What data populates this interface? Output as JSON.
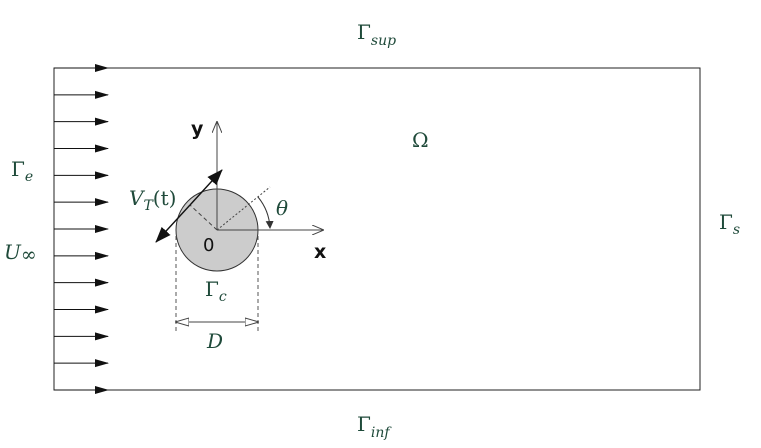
{
  "diagram": {
    "boundary_top": {
      "symbol": "Γ",
      "sub": "sup"
    },
    "boundary_bottom": {
      "symbol": "Γ",
      "sub": "inf"
    },
    "boundary_left": {
      "symbol": "Γ",
      "sub": "e"
    },
    "boundary_right": {
      "symbol": "Γ",
      "sub": "s"
    },
    "domain_label": "Ω",
    "freestream": {
      "symbol": "U",
      "sub": "∞"
    },
    "velocity": {
      "symbol": "V",
      "sub": "T",
      "arg": "(t)"
    },
    "angle_label": "θ",
    "origin_label": "0",
    "x_axis_label": "x",
    "y_axis_label": "y",
    "cylinder_boundary": {
      "symbol": "Γ",
      "sub": "c"
    },
    "diameter_label": "D",
    "colors": {
      "cylinder_fill": "#cccccc",
      "math_text": "#1f4a3a",
      "lines": "#222222"
    }
  }
}
